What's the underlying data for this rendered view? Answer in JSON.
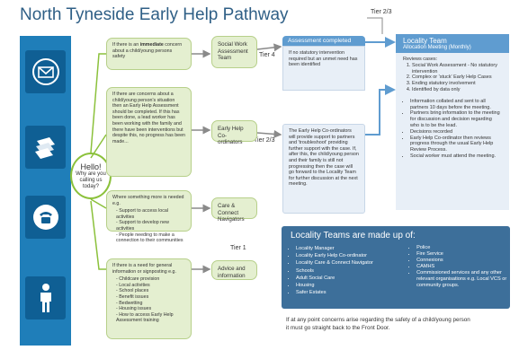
{
  "title": "North Tyneside Early Help Pathway",
  "colors": {
    "title": "#2f5f86",
    "icon_column": "#1f7eb9",
    "green_box": "#e4efd0",
    "blue_header": "#5f9cd0",
    "teams_box": "#3d6f9a"
  },
  "icons": [
    "mail-icon",
    "documents-icon",
    "phone-icon",
    "person-icon"
  ],
  "speech": {
    "hello": "Hello!",
    "line": "Why are you calling us today?"
  },
  "tiers": {
    "tier4": "Tier 4",
    "tier23_mid": "Tier 2/3",
    "tier23_top": "Tier 2/3",
    "tier1": "Tier 1"
  },
  "routes": [
    {
      "text_pre": "If there is an ",
      "bold": "immediate",
      "text_post": " concern about a child/young persons safety",
      "items": []
    },
    {
      "text_pre": "If there are concerns about a child/young person's situation then an Early Help Assessment should be completed. If this has been done, a lead worker has been working with the family and there have been interventions but despite this, no progress has been made...",
      "bold": "",
      "text_post": "",
      "items": []
    },
    {
      "text_pre": "Where something more is needed e.g.",
      "bold": "",
      "text_post": "",
      "items": [
        "- Support to access local activities",
        "- Support to develop new activities",
        "- People needing to make a connection to their communities"
      ]
    },
    {
      "text_pre": "If there is a need for general information or signposting e.g.",
      "bold": "",
      "text_post": "",
      "items": [
        "- Childcare provision",
        "- Local activities",
        "- School places",
        "- Benefit issues",
        "- Bedwetting",
        "- Housing issues",
        "- How to access Early Help Assessment training"
      ]
    }
  ],
  "destinations": [
    "Social Work Assessment Team",
    "Early Help Co-ordinators",
    "Care & Connect Navigators",
    "Advice and information"
  ],
  "assessment": {
    "header": "Assessment completed",
    "body": "If no statutory intervention required but an unmet need has been identified"
  },
  "coordinators_text": "The Early Help Co-ordinators will provide support to partners and 'troubleshoot' providing further support with the case. If, after this, the child/young person and their family is still not progressing then the case will go forward to the Locality Team for further discussion at the next meeting.",
  "locality": {
    "title": "Locality Team",
    "subtitle": "Allocation Meeting (Monthly)",
    "reviews_label": "Reviews cases:",
    "reviews": [
      "Social Work Assessment - No statutory intervention",
      "Complex or 'stuck' Early Help Cases",
      "Ending statutory involvement",
      "Identified by data only"
    ],
    "bullets": [
      "Information collated and sent to all partners 10 days before the meeting.",
      "Partners bring information to the meeting for discussion and decision regarding who is to be the lead.",
      "Decisions recorded",
      "Early Help Co-ordinator then reviews progress through the usual Early Help Review Process.",
      "Social worker must attend the meeting."
    ]
  },
  "teams": {
    "heading": "Locality Teams are made up of:",
    "left": [
      "Locality Manager",
      "Locality Early Help Co-ordinator",
      "Locality Care & Connect Navigator",
      "Schools",
      "Adult Social Care",
      "Housing",
      "Safer Estates"
    ],
    "right": [
      "Police",
      "Fire Service",
      "Connexions",
      "CAMHS",
      "Commissioned services and any other relevant organisations e.g. Local VCS or community groups."
    ]
  },
  "footer": {
    "line1": "If at any point concerns arise regarding the safety of a child/young person",
    "line2": "it must go straight back to the Front Door."
  }
}
